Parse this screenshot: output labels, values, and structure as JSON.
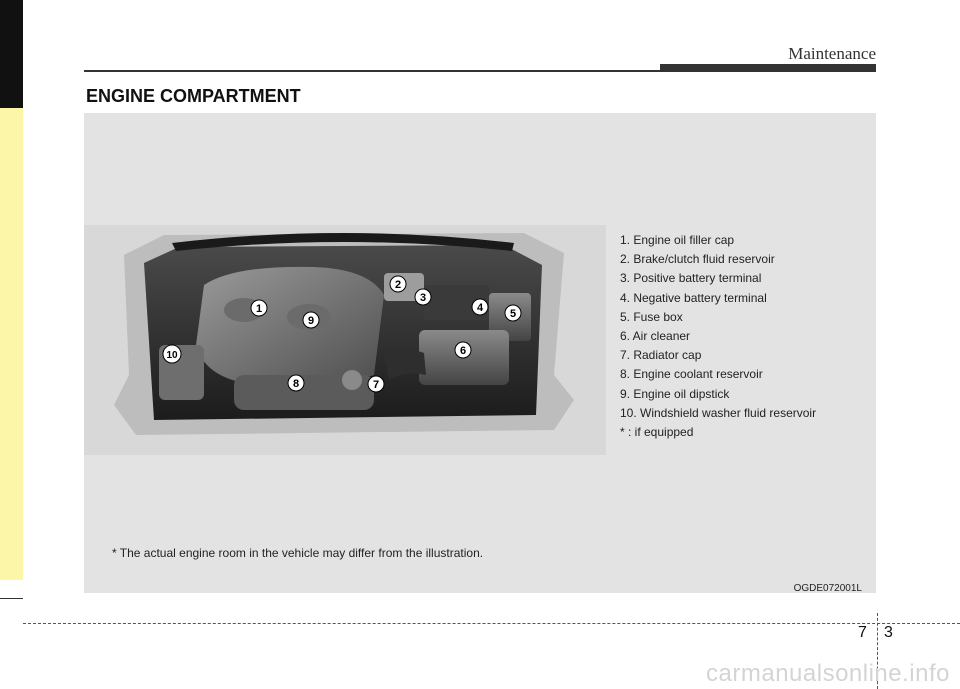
{
  "header": {
    "section": "Maintenance",
    "title": "ENGINE COMPARTMENT"
  },
  "figure": {
    "legend": [
      "1. Engine oil filler cap",
      "2. Brake/clutch fluid reservoir",
      "3. Positive battery terminal",
      "4. Negative battery terminal",
      "5. Fuse box",
      "6. Air cleaner",
      "7. Radiator cap",
      "8. Engine coolant reservoir",
      "9. Engine oil dipstick",
      "10. Windshield washer fluid reservoir",
      "* : if equipped"
    ],
    "callouts": [
      "1",
      "2",
      "3",
      "4",
      "5",
      "6",
      "7",
      "8",
      "9",
      "10"
    ],
    "footnote": "* The actual engine room in the vehicle may differ from the illustration.",
    "code": "OGDE072001L"
  },
  "footer": {
    "chapter": "7",
    "page": "3",
    "watermark": "carmanualsonline.info"
  }
}
